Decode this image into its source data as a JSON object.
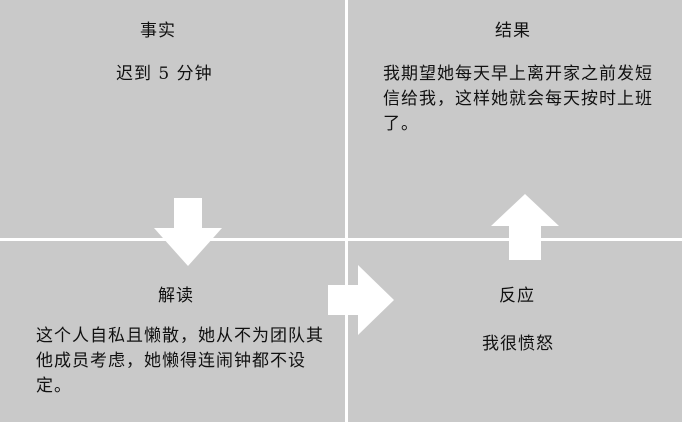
{
  "quadrants": {
    "facts": {
      "title": "事实",
      "text": "迟到 5 分钟"
    },
    "consequence": {
      "title": "结果",
      "text": "我期望她每天早上离开家之前发短信给我，这样她就会每天按时上班了。"
    },
    "interpretation": {
      "title": "解读",
      "text": "这个人自私且懒散，她从不为团队其他成员考虑，她懒得连闹钟都不设定。"
    },
    "reaction": {
      "title": "反应",
      "text": "我很愤怒"
    }
  },
  "arrows": [
    {
      "name": "down-arrow-icon",
      "direction": "down"
    },
    {
      "name": "right-arrow-icon",
      "direction": "right"
    },
    {
      "name": "up-arrow-icon",
      "direction": "up"
    }
  ],
  "colors": {
    "panel": "#c9c9c9",
    "divider": "#ffffff",
    "arrow": "#ffffff",
    "text": "#111111"
  }
}
